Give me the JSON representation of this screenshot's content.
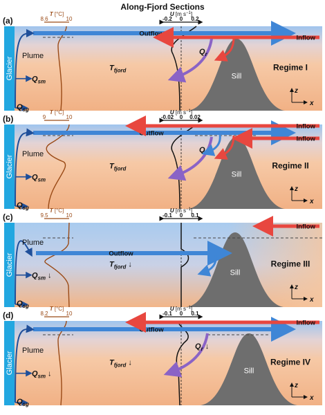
{
  "figure": {
    "title": "Along-Fjord Sections",
    "units": {
      "temp_symbol": "T",
      "temp_unit": "[°C]",
      "vel_symbol": "U",
      "vel_unit": "[m s",
      "vel_exp": "−1",
      "vel_close": "]"
    },
    "labels": {
      "glacier": "Glacier",
      "plume": "Plume",
      "sill": "Sill",
      "outflow": "Outflow",
      "inflow": "Inflow",
      "q_sm": "Q",
      "q_sm_sub": "sm",
      "q_sg": "Q",
      "q_sg_sub": "sg",
      "q_r": "Q",
      "q_r_sub": "r",
      "t_fjord": "T",
      "t_fjord_sub": "fjord",
      "axis_z": "z",
      "axis_x": "x",
      "down_arrow": "↓"
    },
    "colors": {
      "glacier": "#22a7e0",
      "outflow": "#3f86d6",
      "inflow": "#e8473f",
      "reflux": "#8a63c6",
      "sill": "#6e6e6e",
      "temp_profile": "#9a4a16",
      "vel_profile": "#111111",
      "cold_water": "#9fc4ee",
      "warm_water": "#f3b98f"
    },
    "panels": [
      {
        "tag": "(a)",
        "regime": "Regime I",
        "temp_ticks": [
          "8.6",
          "10"
        ],
        "vel_ticks": [
          "-0.2",
          "0",
          "0.2"
        ],
        "inflow_labels": [
          "Inflow"
        ],
        "has_qr": true,
        "qsm_down": false,
        "tfjord_down": false,
        "qr_down": false
      },
      {
        "tag": "(b)",
        "regime": "Regime II",
        "temp_ticks": [
          "9",
          "10"
        ],
        "vel_ticks": [
          "-0.02",
          "0",
          "0.02"
        ],
        "inflow_labels": [
          "Inflow",
          "Inflow"
        ],
        "has_qr": true,
        "qsm_down": false,
        "tfjord_down": false,
        "qr_down": false
      },
      {
        "tag": "(c)",
        "regime": "Regime III",
        "temp_ticks": [
          "9.5",
          "10"
        ],
        "vel_ticks": [
          "-0.1",
          "0",
          "0.1"
        ],
        "inflow_labels": [
          "Inflow"
        ],
        "has_qr": false,
        "qsm_down": true,
        "tfjord_down": true,
        "qr_down": false
      },
      {
        "tag": "(d)",
        "regime": "Regime IV",
        "temp_ticks": [
          "8.2",
          "10"
        ],
        "vel_ticks": [
          "-0.1",
          "0",
          "0.1"
        ],
        "inflow_labels": [
          "Inflow"
        ],
        "has_qr": true,
        "qsm_down": true,
        "tfjord_down": true,
        "qr_down": true
      }
    ]
  }
}
